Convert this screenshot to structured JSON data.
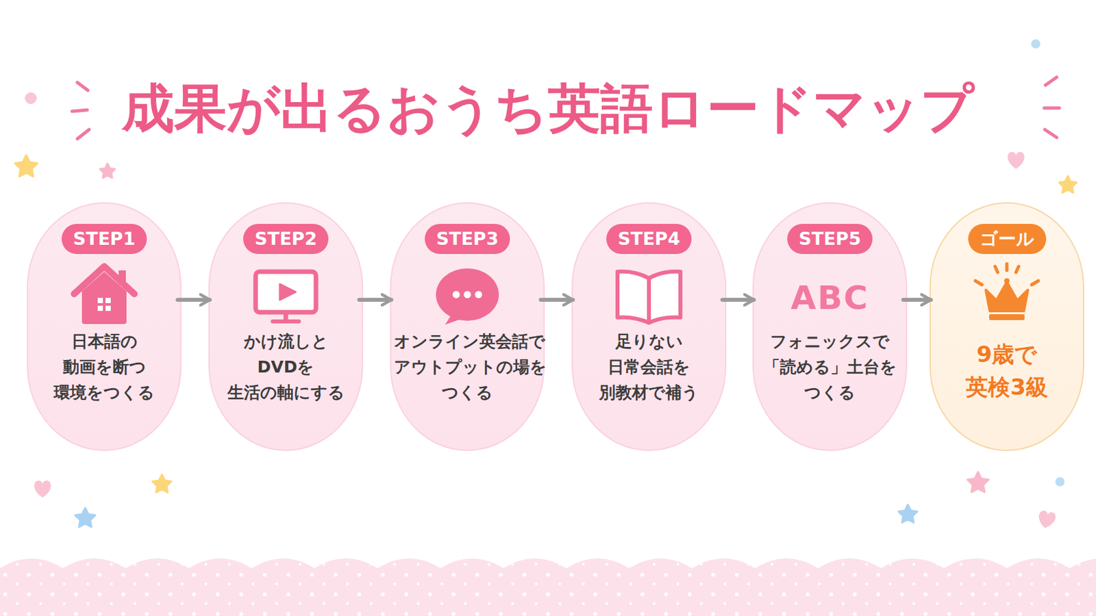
{
  "diagram": {
    "title": "成果が出るおうち英語ロードマップ",
    "nodes": [
      {
        "text": [
          "STEP1",
          "日本語の 動画を断つ 環境をつくる"
        ]
      },
      {
        "text": [
          "STEP2",
          "かけ流しと DVDを 生活の軸にする"
        ]
      },
      {
        "text": [
          "STEP3",
          "オンライン英会話で アウトプットの場を つくる"
        ]
      },
      {
        "text": [
          "STEP4",
          "足りない 日常会話を 別教材で補う"
        ]
      },
      {
        "text": [
          "STEP5",
          "フォニックスで 「読める」土台を つくる"
        ]
      },
      {
        "text": [
          "ゴール",
          "9歳で 英検3級"
        ]
      }
    ],
    "edges": [
      {
        "from": 0,
        "to": 1,
        "arrow": "to"
      },
      {
        "from": 1,
        "to": 2,
        "arrow": "to"
      },
      {
        "from": 2,
        "to": 3,
        "arrow": "to"
      },
      {
        "from": 3,
        "to": 4,
        "arrow": "to"
      },
      {
        "from": 4,
        "to": 5,
        "arrow": "to"
      }
    ],
    "labels": [
      "ABC"
    ]
  }
}
